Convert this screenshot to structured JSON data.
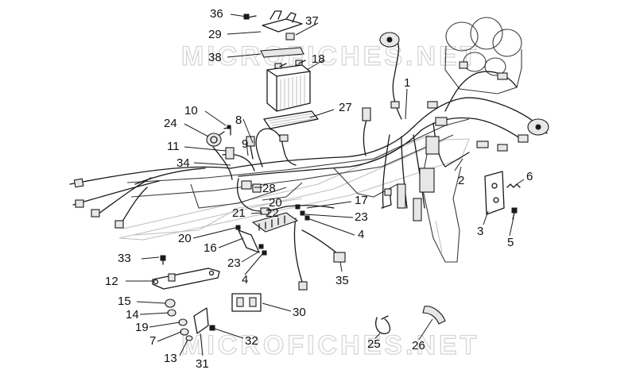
{
  "watermark": {
    "top_text": "MICROFICHES.NET",
    "bottom_text": "MICROFICHES.NET"
  },
  "callouts": {
    "c1": "1",
    "c2": "2",
    "c3": "3",
    "c4a": "4",
    "c4b": "4",
    "c5": "5",
    "c6": "6",
    "c7": "7",
    "c8": "8",
    "c9": "9",
    "c10": "10",
    "c11": "11",
    "c12": "12",
    "c13": "13",
    "c14": "14",
    "c15": "15",
    "c16": "16",
    "c17": "17",
    "c18": "18",
    "c19": "19",
    "c20a": "20",
    "c20b": "20",
    "c21": "21",
    "c22": "22",
    "c23a": "23",
    "c23b": "23",
    "c24": "24",
    "c25": "25",
    "c26": "26",
    "c27": "27",
    "c28": "28",
    "c29": "29",
    "c30": "30",
    "c31": "31",
    "c32": "32",
    "c33": "33",
    "c34": "34",
    "c35": "35",
    "c36": "36",
    "c37": "37",
    "c38": "38"
  }
}
